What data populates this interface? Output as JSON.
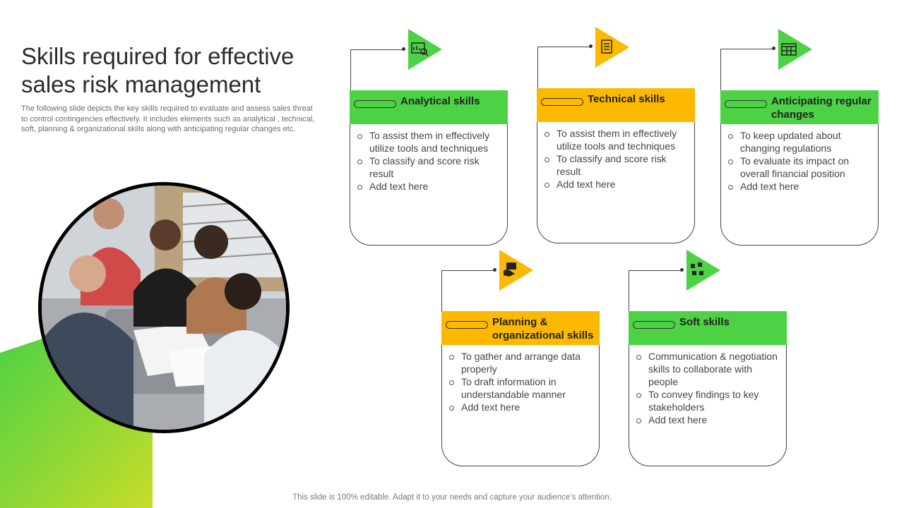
{
  "slide": {
    "title": "Skills required for effective sales risk management",
    "description": "The following slide depicts the key skills required to evaluate and assess sales threat to control contingencies effectively. It includes elements such as analytical , technical, soft, planning & organizational skills along with anticipating regular changes etc.",
    "footer": "This slide is 100% editable. Adapt it to your needs and capture your audience’s attention."
  },
  "colors": {
    "green": "#4cd244",
    "yellow": "#fcb900",
    "wedge_start": "#4cd244",
    "wedge_end": "#c7dc2a"
  },
  "cards": [
    {
      "title": "Analytical skills",
      "color": "green",
      "icon": "chart-analysis-icon",
      "items": [
        "To assist them in effectively utilize tools and techniques",
        "To classify and score risk result",
        "Add text here"
      ]
    },
    {
      "title": "Technical skills",
      "color": "yellow",
      "icon": "document-list-icon",
      "items": [
        "To assist them in effectively utilize tools and techniques",
        "To classify and score risk result",
        "Add text here"
      ]
    },
    {
      "title": "Anticipating regular changes",
      "color": "green",
      "icon": "calendar-grid-icon",
      "items": [
        "To keep updated about changing regulations",
        "To evaluate its impact on overall financial position",
        "Add text here"
      ]
    },
    {
      "title": "Planning & organizational skills",
      "color": "yellow",
      "icon": "planning-hand-icon",
      "items": [
        "To gather and arrange data properly",
        "To draft information in understandable manner",
        "Add text here"
      ]
    },
    {
      "title": "Soft skills",
      "color": "green",
      "icon": "puzzle-people-icon",
      "items": [
        "Communication & negotiation skills to collaborate with people",
        "To convey findings to key stakeholders",
        "Add text here"
      ]
    }
  ]
}
